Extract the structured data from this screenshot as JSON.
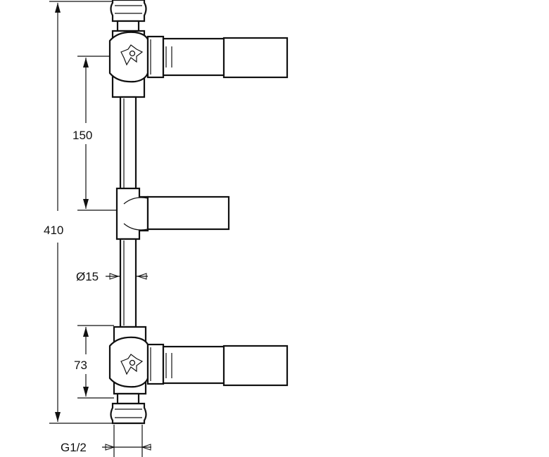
{
  "dimensions": {
    "overall_height": "410",
    "valve_spacing": "150",
    "lower_offset": "73",
    "pipe_diameter": "Ø15",
    "thread": "G1/2"
  },
  "icons": {
    "upper_valve_symbol": "hot-cold-cross-icon",
    "lower_valve_symbol": "hot-cold-cross-icon"
  },
  "colors": {
    "line": "#111111",
    "background": "#ffffff"
  }
}
